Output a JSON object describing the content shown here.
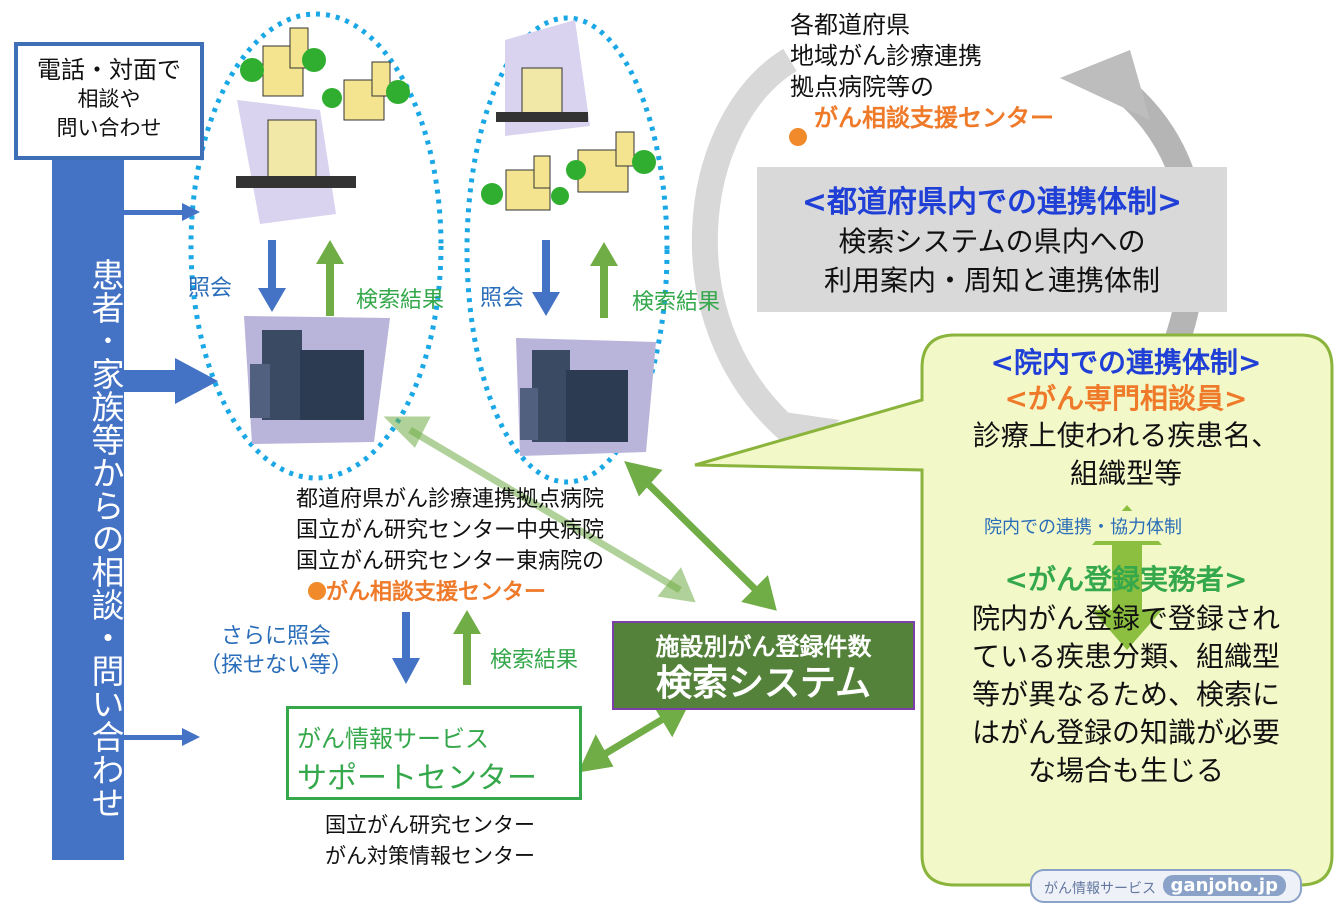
{
  "phone_box": {
    "line1": "電話・対面で",
    "line2": "相談や",
    "line3": "問い合わせ"
  },
  "patient_label": "患者･家族等からの相談・問い合わせ",
  "pref_hospitals": {
    "line1": "各都道府県",
    "line2": "地域がん診療連携",
    "line3": "拠点病院等の",
    "center": "がん相談支援センター"
  },
  "pref_box": {
    "heading": "<都道府県内での連携体制>",
    "line1": "検索システムの県内への",
    "line2": "利用案内・周知と連携体制"
  },
  "left_cluster": {
    "inquiry": "照会",
    "result": "検索結果"
  },
  "right_cluster": {
    "inquiry": "照会",
    "result": "検索結果"
  },
  "national_centers": {
    "line1": "都道府県がん診療連携拠点病院",
    "line2": "国立がん研究センター中央病院",
    "line3": "国立がん研究センター東病院の",
    "center": "がん相談支援センター"
  },
  "further_inquiry": {
    "line1": "さらに照会",
    "line2": "（探せない等）"
  },
  "lower_result": "検索結果",
  "search_system": {
    "line1": "施設別がん登録件数",
    "line2": "検索システム"
  },
  "support_center": {
    "line1": "がん情報サービス",
    "line2": "サポートセンター"
  },
  "ncc_info": {
    "line1": "国立がん研究センター",
    "line2": "がん対策情報センター"
  },
  "callout": {
    "heading": "<院内での連携体制>",
    "role1": "<がん専門相談員>",
    "role1_text_line1": "診療上使われる疾患名、",
    "role1_text_line2": "組織型等",
    "cooperation": "院内での連携・協力体制",
    "role2": "<がん登録実務者>",
    "role2_text_line1": "院内がん登録で登録され",
    "role2_text_line2": "ている疾患分類、組織型",
    "role2_text_line3": "等が異なるため、検索に",
    "role2_text_line4": "はがん登録の知識が必要",
    "role2_text_line5": "な場合も生じる"
  },
  "ganjoho_logo": {
    "left": "がん情報サービス",
    "right": "ganjoho.jp"
  },
  "colors": {
    "blue_arrow": "#4472c4",
    "green_arrow": "#70ad47",
    "dotted_oval": "#1aa7e6",
    "search_system_bg": "#54823a",
    "callout_bg": "#f2f7c8",
    "callout_border": "#8ab43c",
    "orange_text": "#ee7a2a",
    "heading_blue": "#1f3fd6"
  }
}
